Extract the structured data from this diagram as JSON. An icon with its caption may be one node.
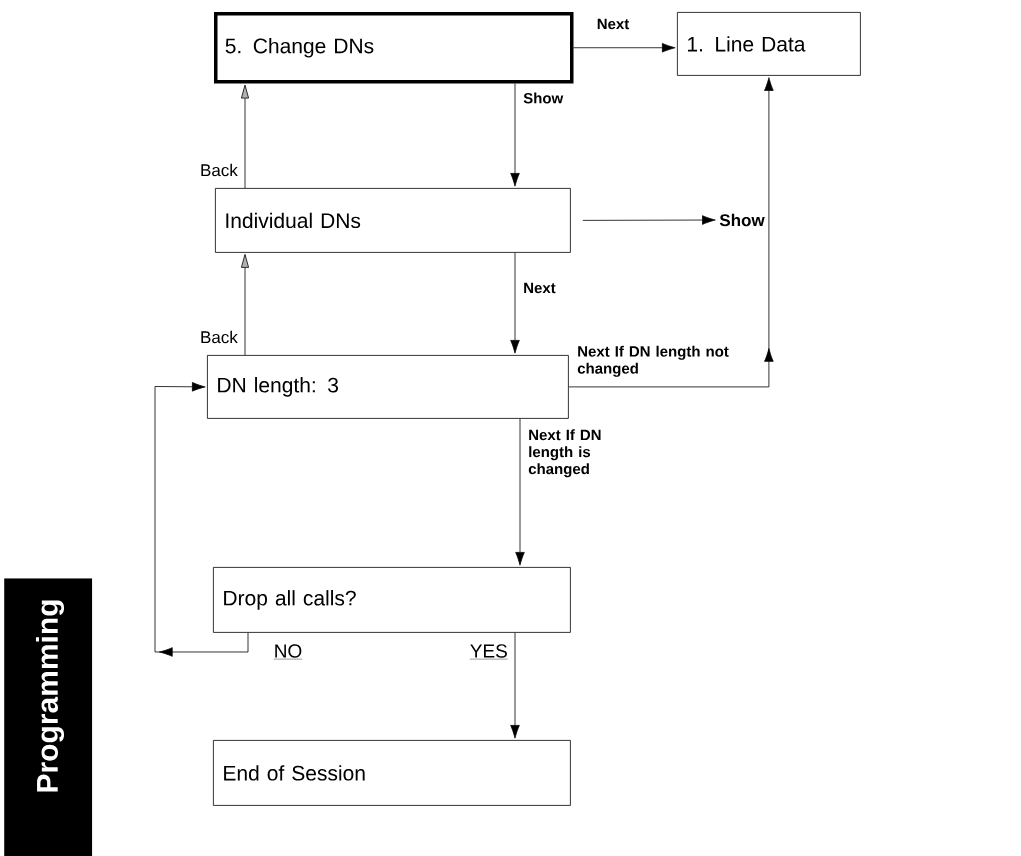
{
  "diagram": {
    "nodes": [
      {
        "text": [
          "5. Change DNs"
        ]
      },
      {
        "text": [
          "1. Line Data"
        ]
      },
      {
        "text": [
          "Individual DNs"
        ]
      },
      {
        "text": [
          "Show"
        ]
      },
      {
        "text": [
          "DN length: 3"
        ]
      },
      {
        "text": [
          "Drop all calls?"
        ]
      },
      {
        "text": [
          "End of Session"
        ]
      },
      {
        "text": [
          "Programming"
        ]
      }
    ],
    "edges": [
      {
        "from": 0,
        "to": 1,
        "arrow": "to",
        "label": "Next"
      },
      {
        "from": 0,
        "to": 2,
        "arrow": "to",
        "label": "Show"
      },
      {
        "from": 2,
        "to": 0,
        "arrow": "to",
        "label": "Back"
      },
      {
        "from": 2,
        "to": 3,
        "arrow": "to"
      },
      {
        "from": 2,
        "to": 4,
        "arrow": "to",
        "label": "Next"
      },
      {
        "from": 4,
        "to": 2,
        "arrow": "to",
        "label": "Back"
      },
      {
        "from": 4,
        "to": 1,
        "arrow": "to",
        "label": "Next If DN length not changed"
      },
      {
        "from": 4,
        "to": 5,
        "arrow": "to",
        "label": "Next If DN length is changed"
      },
      {
        "from": 5,
        "to": 4,
        "arrow": "to",
        "label": "NO"
      },
      {
        "from": 5,
        "to": 6,
        "arrow": "to",
        "label": "YES"
      }
    ]
  }
}
